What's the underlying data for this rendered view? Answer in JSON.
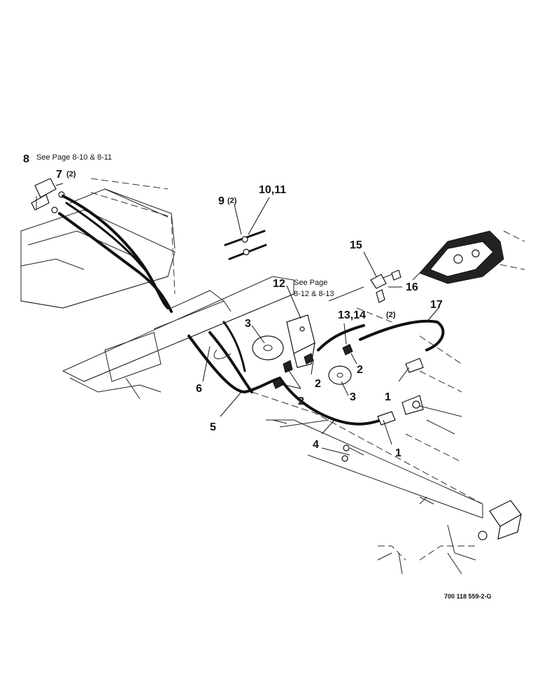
{
  "callouts": {
    "c8": "8",
    "c8_note": "See Page 8-10 & 8-11",
    "c7": "7",
    "c7_qty": "(2)",
    "c9": "9",
    "c9_qty": "(2)",
    "c10_11": "10,11",
    "c15": "15",
    "c12": "12",
    "c12_note1": "See Page",
    "c12_note2": "8-12 & 8-13",
    "c16": "16",
    "c13_14": "13,14",
    "c13_14_qty": "(2)",
    "c17": "17",
    "c3a": "3",
    "c3b": "3",
    "c2a": "2",
    "c2b": "2",
    "c2c": "2",
    "c1a": "1",
    "c1b": "1",
    "c6": "6",
    "c5": "5",
    "c4": "4"
  },
  "part_number": "700 118 559-2-G"
}
